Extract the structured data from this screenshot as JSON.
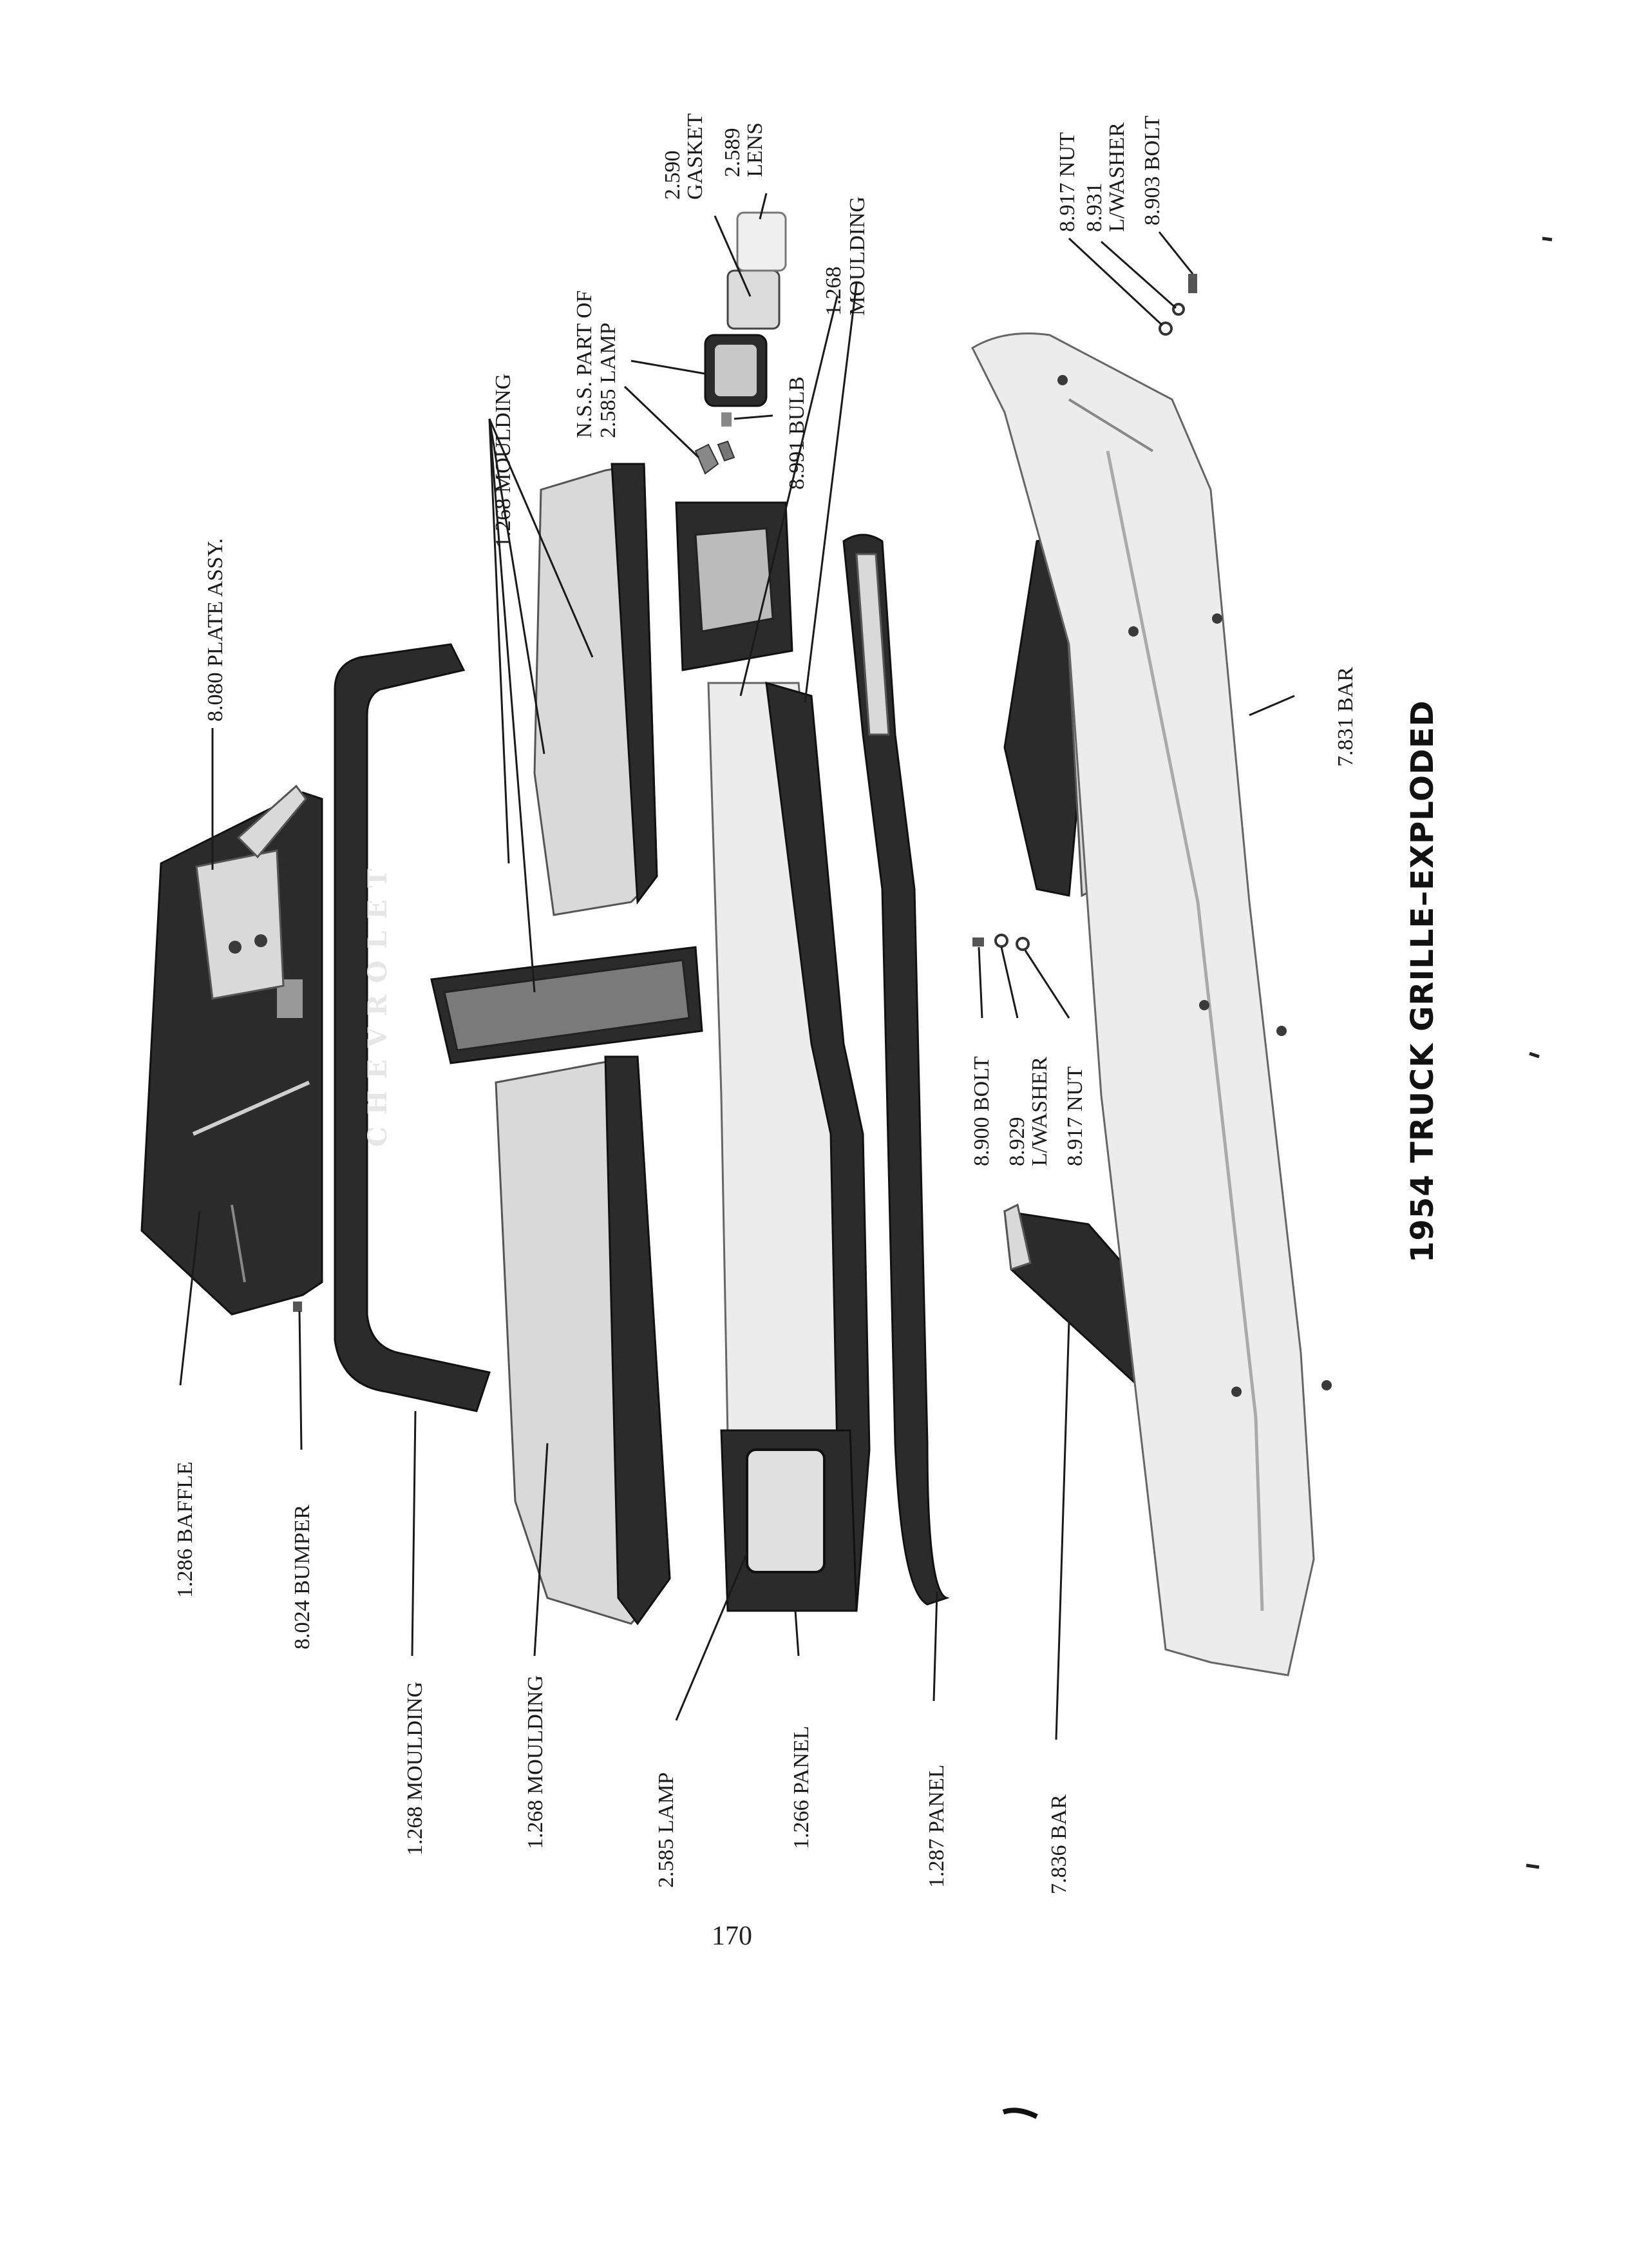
{
  "diagram": {
    "title": "1954 TRUCK GRILLE–EXPLODED",
    "page_number": "170",
    "emblem_text": "CHEVROLET",
    "labels": {
      "plate_assy": "8.080 PLATE ASSY.",
      "baffle": "1.286 BAFFLE",
      "bumper_small": "8.024 BUMPER",
      "moulding_lower": "1.268 MOULDING",
      "moulding_center": "1.268 MOULDING",
      "moulding_upper": "1.268 MOULDING",
      "moulding_right": "1.268",
      "moulding_right_2": "MOULDING",
      "lamp": "2.585 LAMP",
      "panel_1266": "1.266 PANEL",
      "panel_1287": "1.287 PANEL",
      "bar_7836": "7.836 BAR",
      "bar_7831": "7.831 BAR",
      "nss_line1": "N.S.S. PART OF",
      "nss_line2": "2.585 LAMP",
      "bulb": "8.991 BULB",
      "gasket_num": "2.590",
      "gasket": "GASKET",
      "lens_num": "2.589",
      "lens": "LENS",
      "nut_top": "8.917 NUT",
      "washer_top_num": "8.931",
      "washer_top": "L/WASHER",
      "bolt_top": "8.903 BOLT",
      "bolt_mid": "8.900 BOLT",
      "washer_mid_num": "8.929",
      "washer_mid": "L/WASHER",
      "nut_mid": "8.917 NUT"
    }
  }
}
